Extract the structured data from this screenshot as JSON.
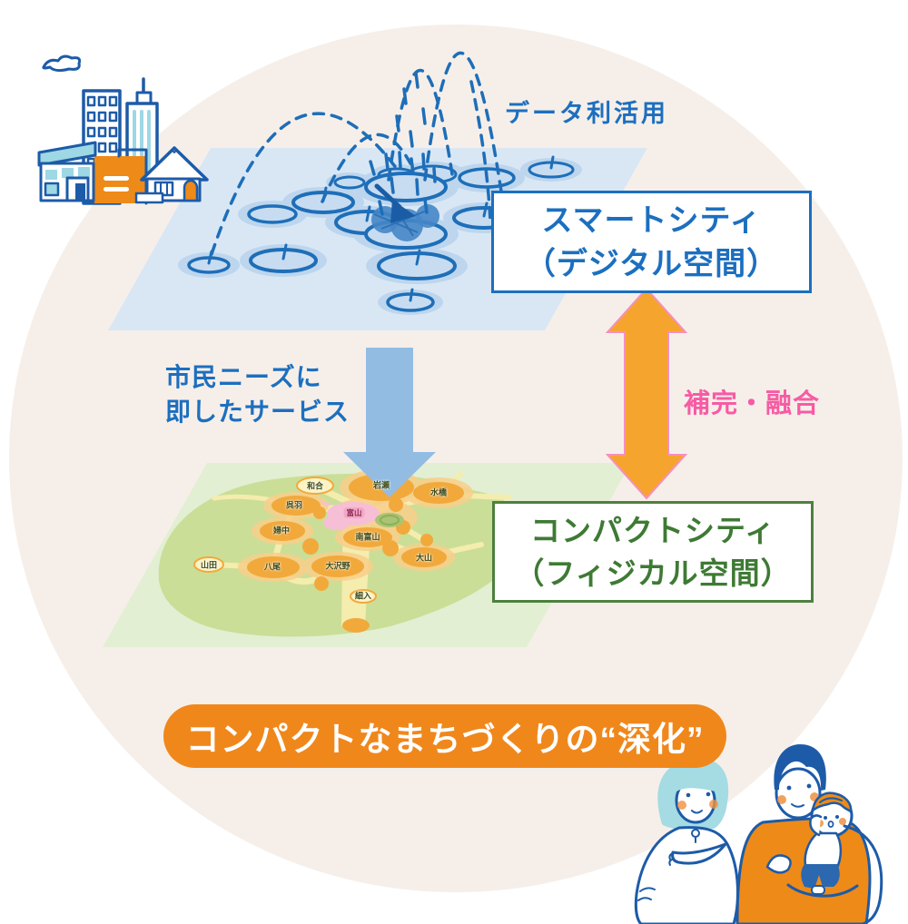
{
  "labels": {
    "data_utilization": "データ利活用",
    "citizen_needs_line1": "市民ニーズに",
    "citizen_needs_line2": "即したサービス",
    "complement_fusion": "補完・融合"
  },
  "smart_city_box": {
    "line1": "スマートシティ",
    "line2": "（デジタル空間）"
  },
  "compact_city_box": {
    "line1": "コンパクトシティ",
    "line2": "（フィジカル空間）"
  },
  "banner": {
    "text": "コンパクトなまちづくりの“深化”"
  },
  "map_towns": {
    "wago": "和合",
    "iwase": "岩瀬",
    "mizuhashi": "水橋",
    "kureha": "呉羽",
    "fuchu": "婦中",
    "toyama": "富山",
    "minamitoyama": "南富山",
    "yamada": "山田",
    "yatsuo": "八尾",
    "osawano": "大沢野",
    "hosoiri": "細入",
    "oyama": "大山"
  },
  "colors": {
    "background_circle": "#F6EFE9",
    "digital_layer_blue": "#D9E7F5",
    "ripple_blue": "#1E6EB8",
    "physical_layer_green": "#E3EFD3",
    "text_blue": "#1C6FBF",
    "text_green": "#3E7A34",
    "text_pink": "#F75BA4",
    "arrow_blue": "#93BCE3",
    "arrow_orange": "#F5A52E",
    "banner_orange": "#F0871B",
    "illustration_outline": "#1D5BA8",
    "illustration_orange": "#EE8A17"
  }
}
